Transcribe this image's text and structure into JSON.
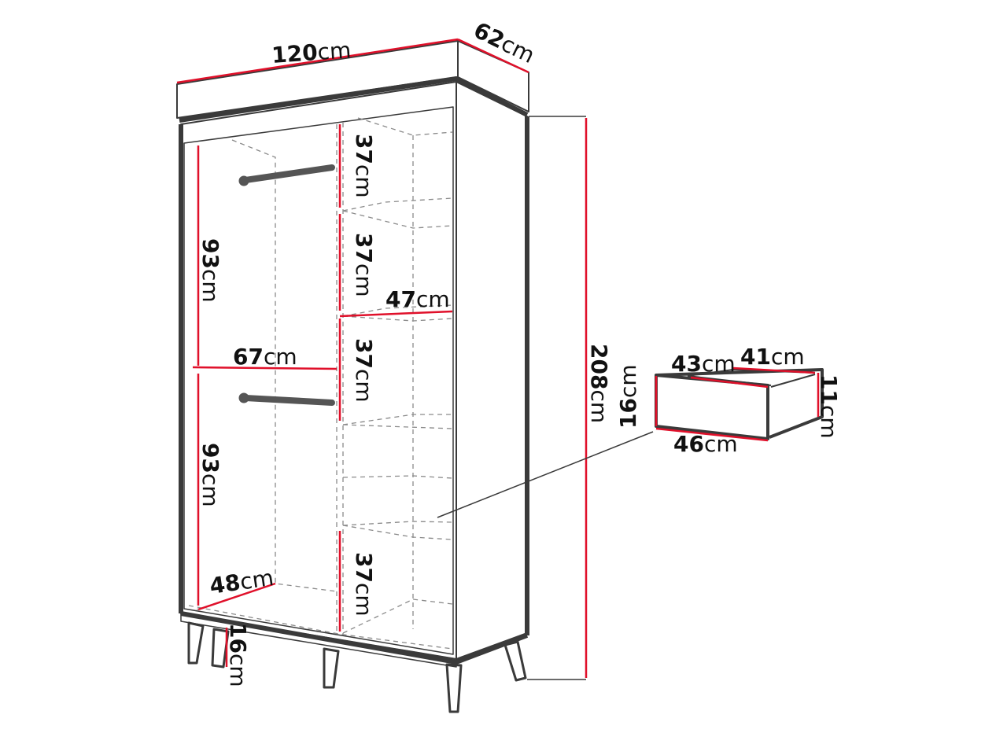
{
  "colors": {
    "outline": "#3a3a3a",
    "dim_line": "#e0102a",
    "dashed": "#8a8a8a",
    "rod": "#555555"
  },
  "unit": "cm",
  "dimensions": {
    "width": {
      "value": "120"
    },
    "depth": {
      "value": "62"
    },
    "height": {
      "value": "208"
    },
    "hanging_upper": {
      "value": "93"
    },
    "hanging_lower": {
      "value": "93"
    },
    "hanging_width": {
      "value": "67"
    },
    "hanging_depth": {
      "value": "48"
    },
    "shelf_1": {
      "value": "37"
    },
    "shelf_2": {
      "value": "37"
    },
    "shelf_3": {
      "value": "37"
    },
    "shelf_4": {
      "value": "37"
    },
    "shelf_width": {
      "value": "47"
    },
    "leg_height": {
      "value": "16"
    },
    "drawer_inner_width": {
      "value": "43"
    },
    "drawer_inner_depth": {
      "value": "41"
    },
    "drawer_front_height": {
      "value": "16"
    },
    "drawer_side_height": {
      "value": "11"
    },
    "drawer_width": {
      "value": "46"
    }
  }
}
